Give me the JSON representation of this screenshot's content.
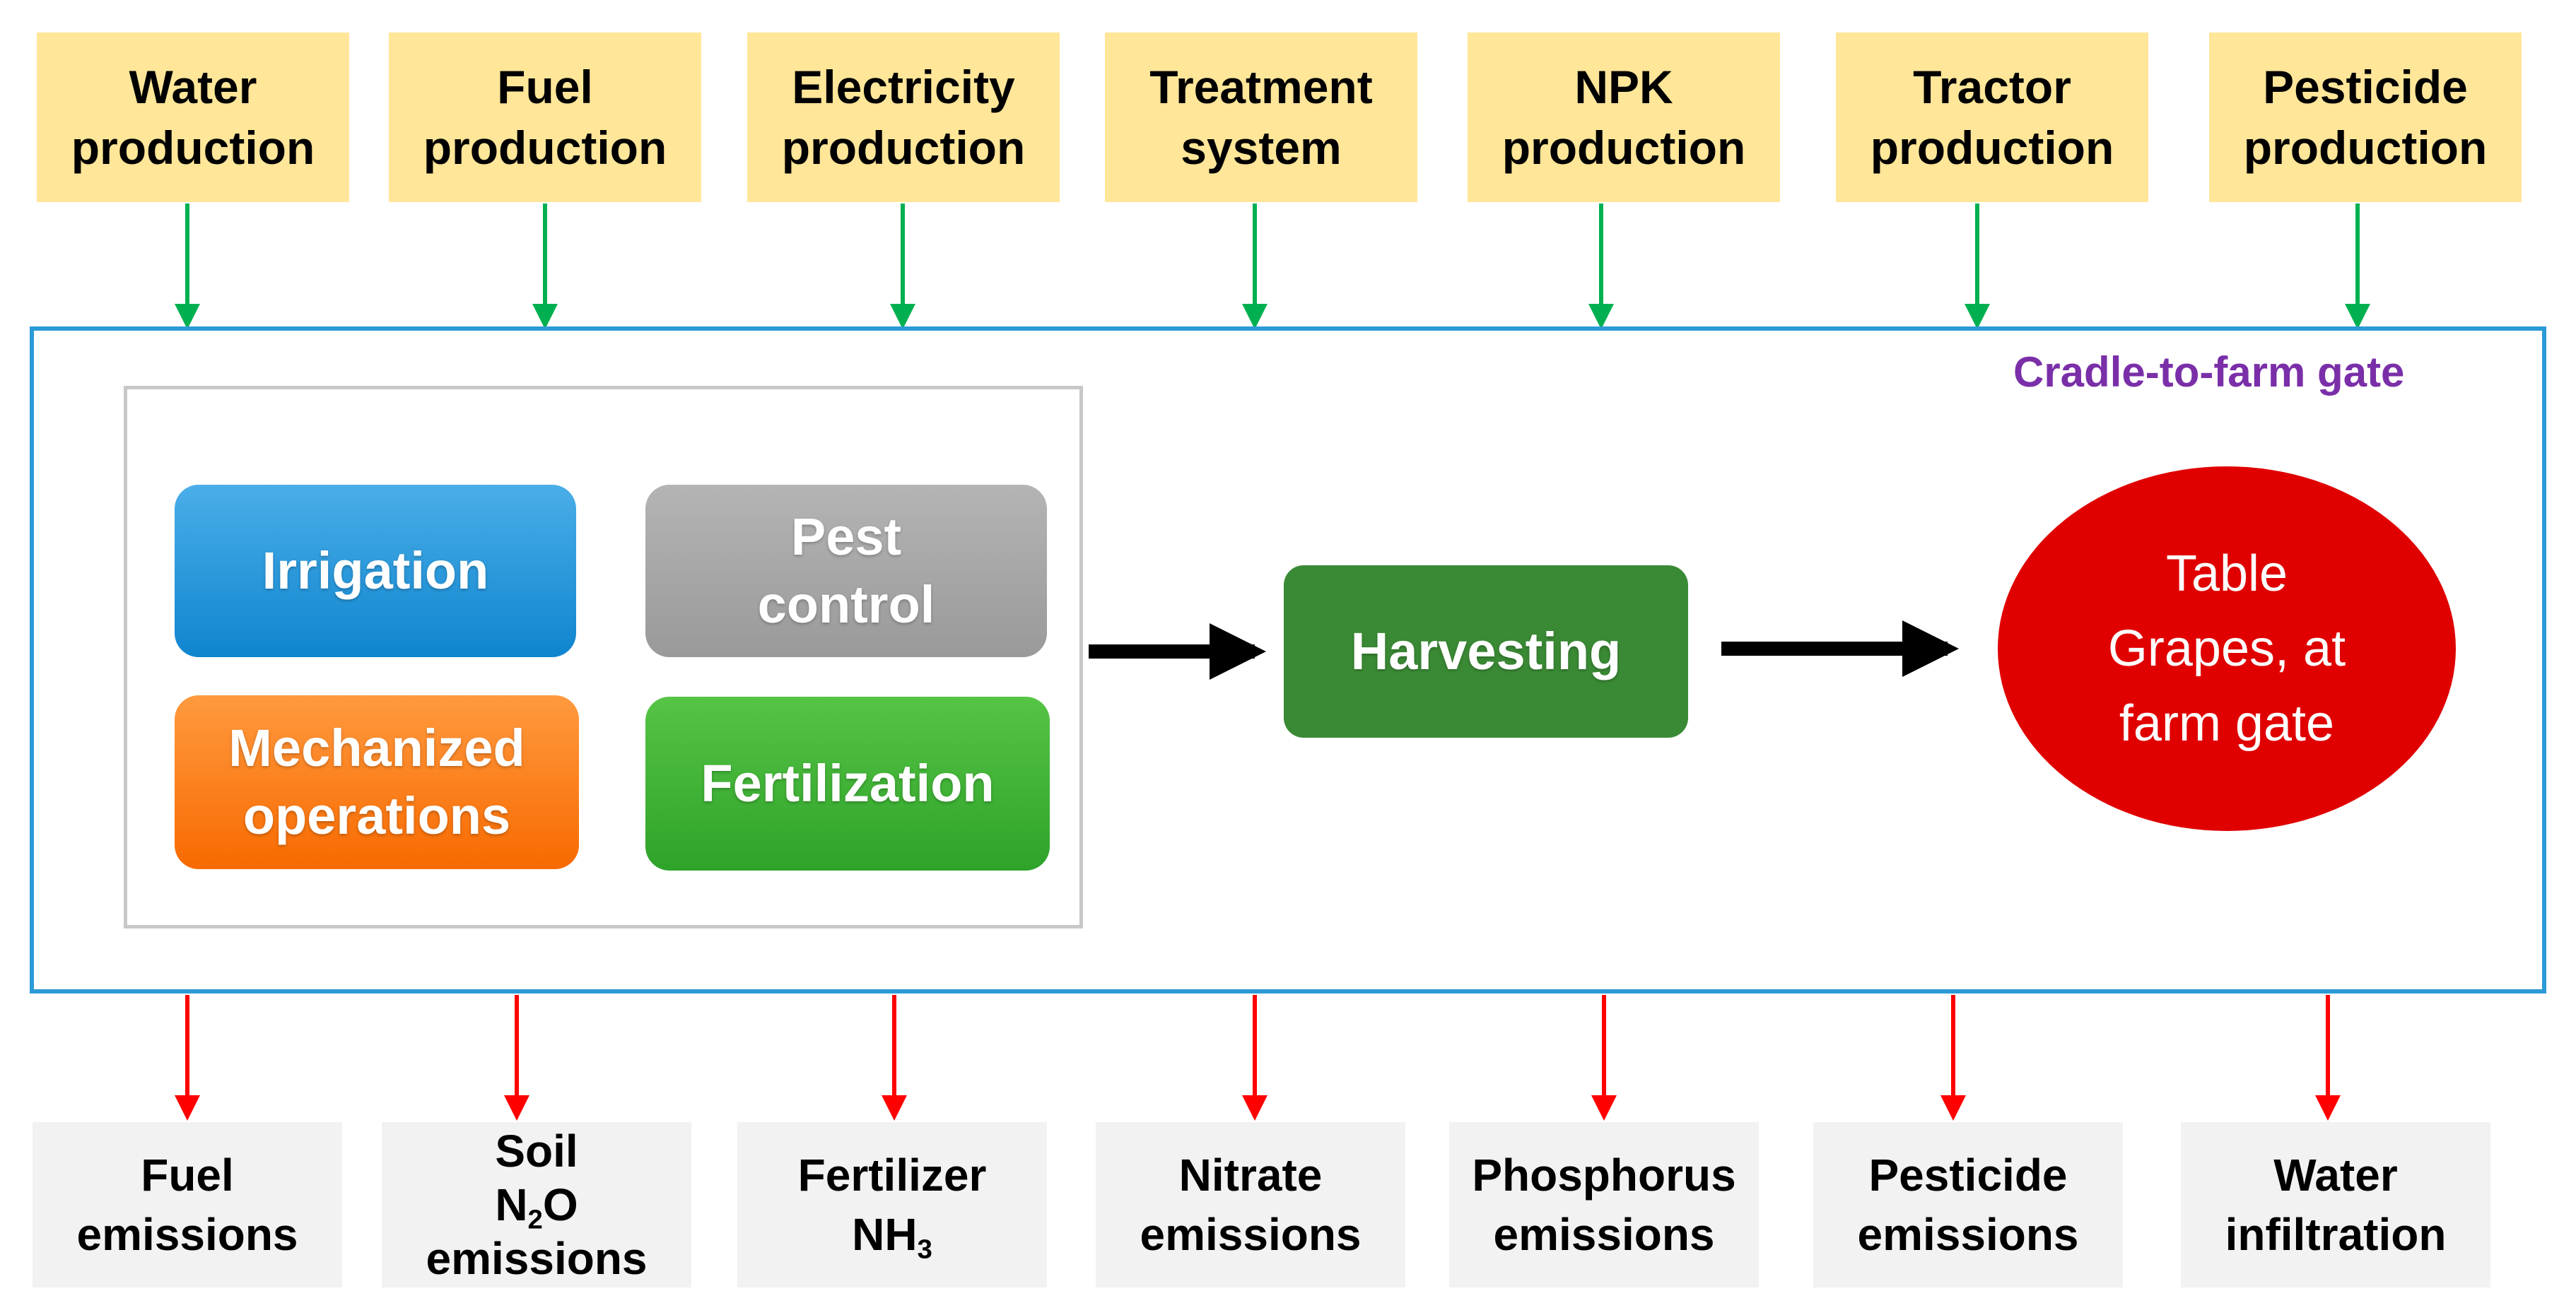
{
  "inputs": [
    {
      "line1": "Water",
      "line2": "production"
    },
    {
      "line1": "Fuel",
      "line2": "production"
    },
    {
      "line1": "Electricity",
      "line2": "production"
    },
    {
      "line1": "Treatment",
      "line2": "system"
    },
    {
      "line1": "NPK",
      "line2": "production"
    },
    {
      "line1": "Tractor",
      "line2": "production"
    },
    {
      "line1": "Pesticide",
      "line2": "production"
    }
  ],
  "boundary_label": "Cradle-to-farm gate",
  "processes": {
    "irrigation": "Irrigation",
    "pest_control": {
      "line1": "Pest",
      "line2": "control"
    },
    "mechanized": {
      "line1": "Mechanized",
      "line2": "operations"
    },
    "fertilization": "Fertilization",
    "harvesting": "Harvesting"
  },
  "product": {
    "line1": "Table",
    "line2": "Grapes, at",
    "line3": "farm gate"
  },
  "outputs": {
    "fuel": {
      "line1": "Fuel",
      "line2": "emissions"
    },
    "soil": {
      "line1": "Soil",
      "line2_main": "N",
      "line2_sub": "2",
      "line2_end": "O",
      "line3": "emissions"
    },
    "fertilizer": {
      "line1": "Fertilizer",
      "line2_main": "NH",
      "line2_sub": "3"
    },
    "nitrate": {
      "line1": "Nitrate",
      "line2": "emissions"
    },
    "phosphorus": {
      "line1": "Phosphorus",
      "line2": "emissions"
    },
    "pesticide": {
      "line1": "Pesticide",
      "line2": "emissions"
    },
    "water": {
      "line1": "Water",
      "line2": "infiltration"
    }
  },
  "colors": {
    "input_fill": "#ffe699",
    "output_fill": "#f2f2f2",
    "input_arrow": "#00b050",
    "output_arrow": "#ff0000",
    "boundary": "#2b9ad6",
    "flow_arrow": "#000000",
    "boundary_label": "#7a2fa8"
  }
}
